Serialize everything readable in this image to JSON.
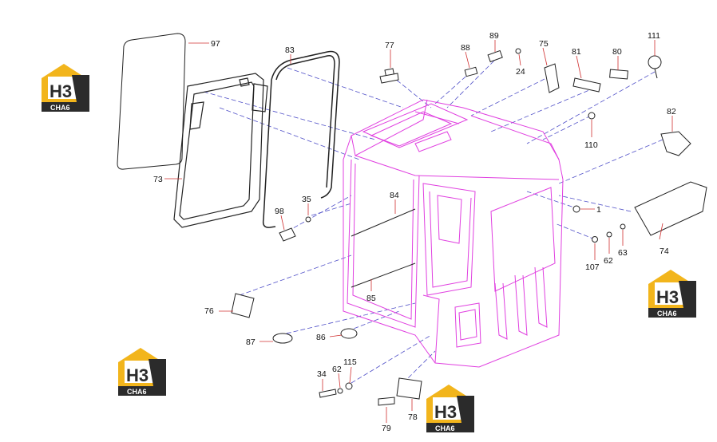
{
  "colors": {
    "cab": "#e040e0",
    "part": "#222222",
    "leader": "#d03030",
    "dash": "#5050c8",
    "logo_gold": "#f2b51c",
    "logo_dark": "#2b2b2b"
  },
  "logo": {
    "big": "H3",
    "small": "CHA6"
  },
  "labels": {
    "97": "97",
    "83": "83",
    "77": "77",
    "88": "88",
    "89": "89",
    "24": "24",
    "75": "75",
    "81": "81",
    "80": "80",
    "111": "111",
    "82": "82",
    "110": "110",
    "73": "73",
    "84": "84",
    "35": "35",
    "98": "98",
    "1": "1",
    "74": "74",
    "107": "107",
    "62a": "62",
    "63": "63",
    "85": "85",
    "76": "76",
    "87": "87",
    "86": "86",
    "34": "34",
    "62b": "62",
    "115": "115",
    "78": "78",
    "79": "79"
  }
}
